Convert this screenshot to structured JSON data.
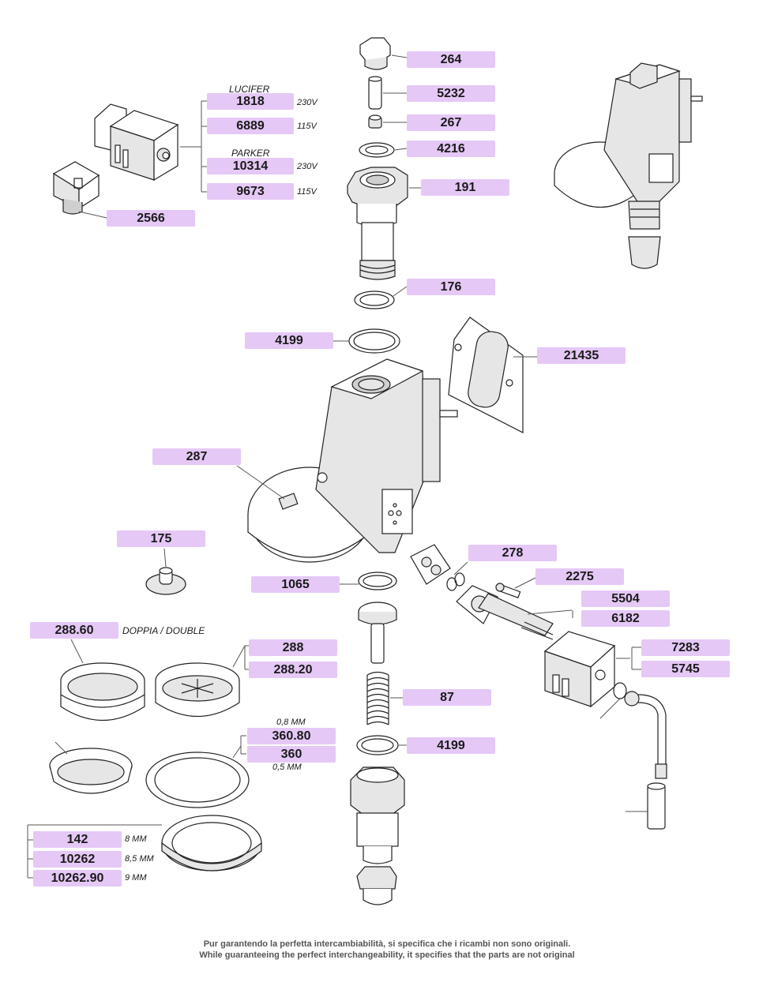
{
  "parts": {
    "p264": "264",
    "p5232": "5232",
    "p267": "267",
    "p4216": "4216",
    "p191": "191",
    "p176": "176",
    "p4199a": "4199",
    "p21435": "21435",
    "p287": "287",
    "p175": "175",
    "p278": "278",
    "p2275": "2275",
    "p5504": "5504",
    "p6182": "6182",
    "p1065": "1065",
    "p28860": "288.60",
    "p288": "288",
    "p28820": "288.20",
    "p7283": "7283",
    "p5745": "5745",
    "p87": "87",
    "p4199b": "4199",
    "p36080": "360.80",
    "p360": "360",
    "p142": "142",
    "p10262": "10262",
    "p1026290": "10262.90",
    "p1818": "1818",
    "p6889": "6889",
    "p10314": "10314",
    "p9673": "9673",
    "p2566": "2566"
  },
  "notes": {
    "lucifer": "LUCIFER",
    "parker": "PARKER",
    "v230a": "230V",
    "v115a": "115V",
    "v230b": "230V",
    "v115b": "115V",
    "doppia": "DOPPIA / DOUBLE",
    "mm08": "0,8 MM",
    "mm05": "0,5 MM",
    "mm8": "8 MM",
    "mm85": "8,5 MM",
    "mm9": "9 MM"
  },
  "footer": {
    "line1": "Pur garantendo la perfetta intercambiabilità, si specifica che i ricambi non sono originali.",
    "line2": "While guaranteeing the perfect interchangeability, it specifies that the parts are not original"
  }
}
